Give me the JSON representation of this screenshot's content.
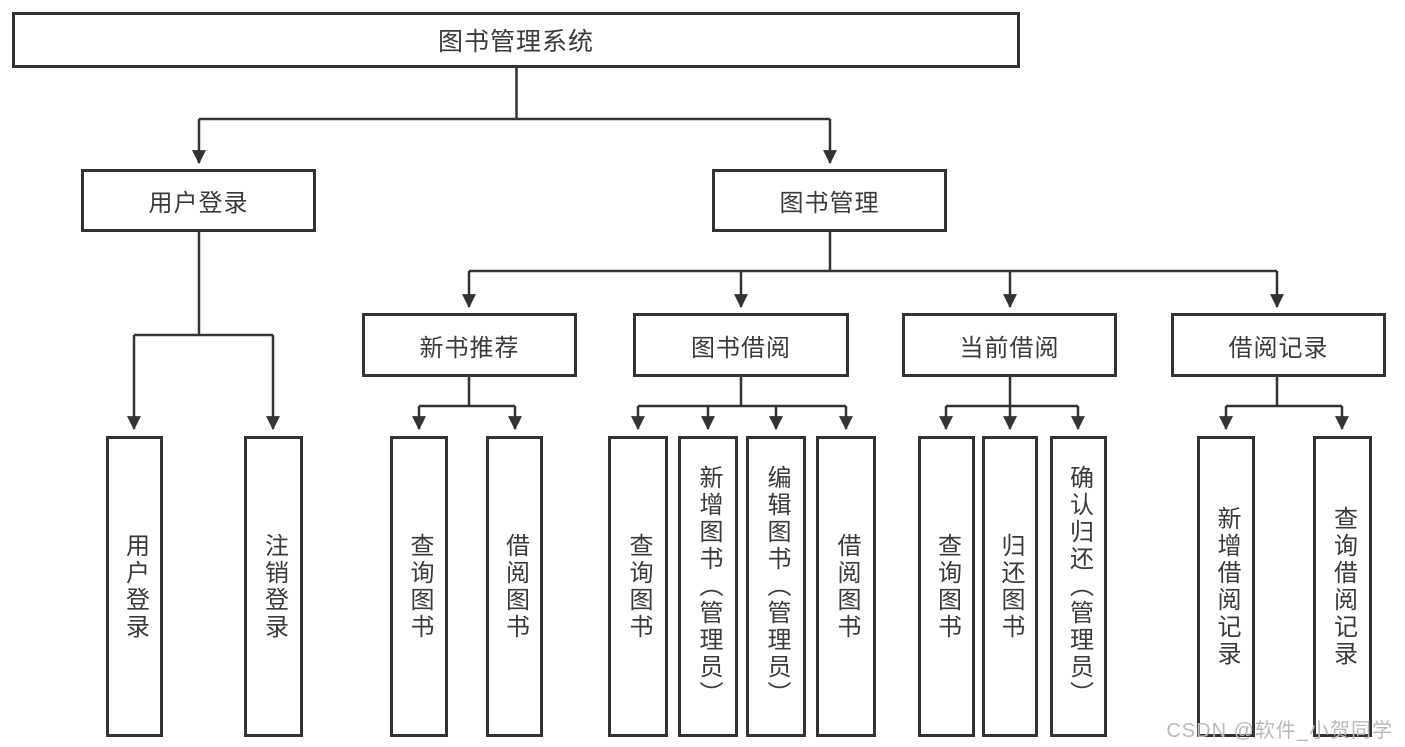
{
  "diagram": {
    "root": {
      "label": "图书管理系统"
    },
    "branches": [
      {
        "label": "用户登录",
        "children": [
          {
            "label": "用户登录"
          },
          {
            "label": "注销登录"
          }
        ]
      },
      {
        "label": "图书管理",
        "children": [
          {
            "label": "新书推荐",
            "children": [
              {
                "label": "查询图书"
              },
              {
                "label": "借阅图书"
              }
            ]
          },
          {
            "label": "图书借阅",
            "children": [
              {
                "label": "查询图书"
              },
              {
                "label": "新增图书（管理员）"
              },
              {
                "label": "编辑图书（管理员）"
              },
              {
                "label": "借阅图书"
              }
            ]
          },
          {
            "label": "当前借阅",
            "children": [
              {
                "label": "查询图书"
              },
              {
                "label": "归还图书"
              },
              {
                "label": "确认归还（管理员）"
              }
            ]
          },
          {
            "label": "借阅记录",
            "children": [
              {
                "label": "新增借阅记录"
              },
              {
                "label": "查询借阅记录"
              }
            ]
          }
        ]
      }
    ]
  },
  "watermark": {
    "text": "CSDN @软件_小贺同学"
  },
  "colors": {
    "line": "#333333",
    "box_border": "#333333",
    "box_bg": "#ffffff",
    "text": "#3a3a3a",
    "watermark": "#b7babf"
  }
}
